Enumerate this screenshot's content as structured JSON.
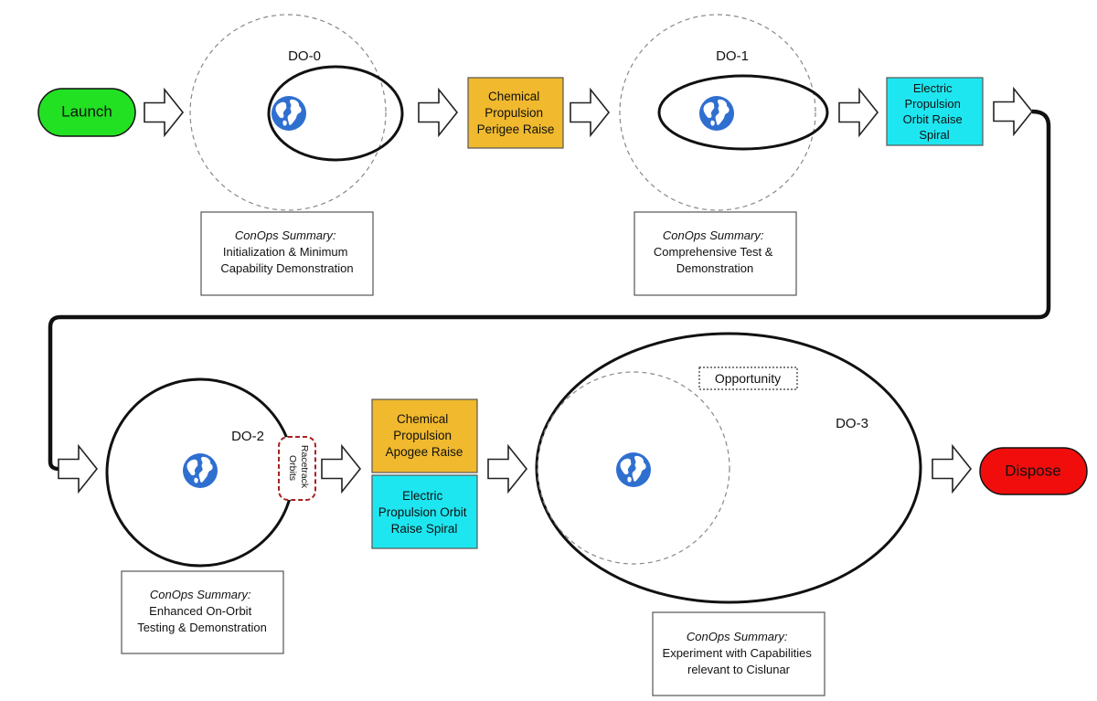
{
  "nodes": {
    "launch": "Launch",
    "dispose": "Dispose",
    "chem_perigee": [
      "Chemical",
      "Propulsion",
      "Perigee Raise"
    ],
    "elec_spiral_1": [
      "Electric",
      "Propulsion",
      "Orbit Raise",
      "Spiral"
    ],
    "chem_apogee": [
      "Chemical",
      "Propulsion",
      "Apogee Raise"
    ],
    "elec_spiral_2": [
      "Electric",
      "Propulsion Orbit",
      "Raise Spiral"
    ]
  },
  "orbits": {
    "do0": "DO-0",
    "do1": "DO-1",
    "do2": "DO-2",
    "do3": "DO-3",
    "racetrack": [
      "Racetrack",
      "Orbits"
    ],
    "opportunity": "Opportunity"
  },
  "summaries": {
    "heading": "ConOps Summary:",
    "do0": [
      "Initialization & Minimum",
      "Capability Demonstration"
    ],
    "do1": [
      "Comprehensive Test &",
      "Demonstration"
    ],
    "do2": [
      "Enhanced On-Orbit",
      "Testing & Demonstration"
    ],
    "do3": [
      "Experiment with Capabilities",
      "relevant to Cislunar"
    ]
  },
  "colors": {
    "launch": "#22e022",
    "dispose": "#f20d0d",
    "chemical": "#f0b92e",
    "electric": "#1ee6f0",
    "earth": "#2f6fd0",
    "racetrack": "#a82020"
  }
}
